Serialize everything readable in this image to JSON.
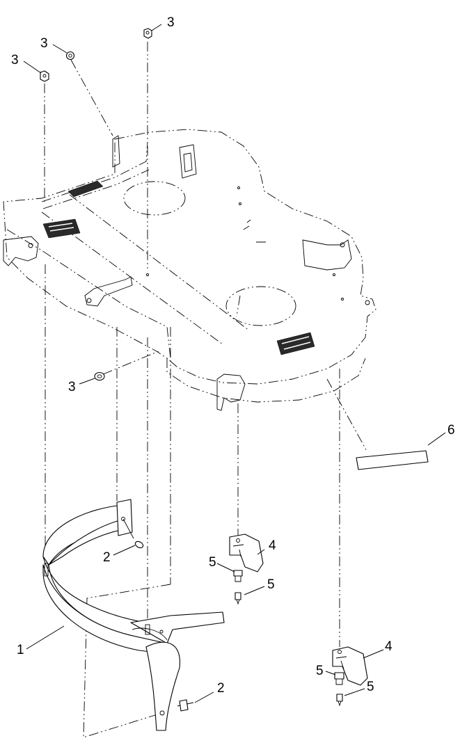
{
  "callouts": {
    "deflector": "1",
    "pin_upper": "2",
    "pin_lower": "2",
    "nut_top_center": "3",
    "nut_top_left": "3",
    "nut_far_left": "3",
    "nut_lower": "3",
    "bracket_middle": "4",
    "bracket_right": "4",
    "bolt_middle_a": "5",
    "bolt_middle_b": "5",
    "bolt_right_a": "5",
    "bolt_right_b": "5",
    "decal": "6"
  }
}
